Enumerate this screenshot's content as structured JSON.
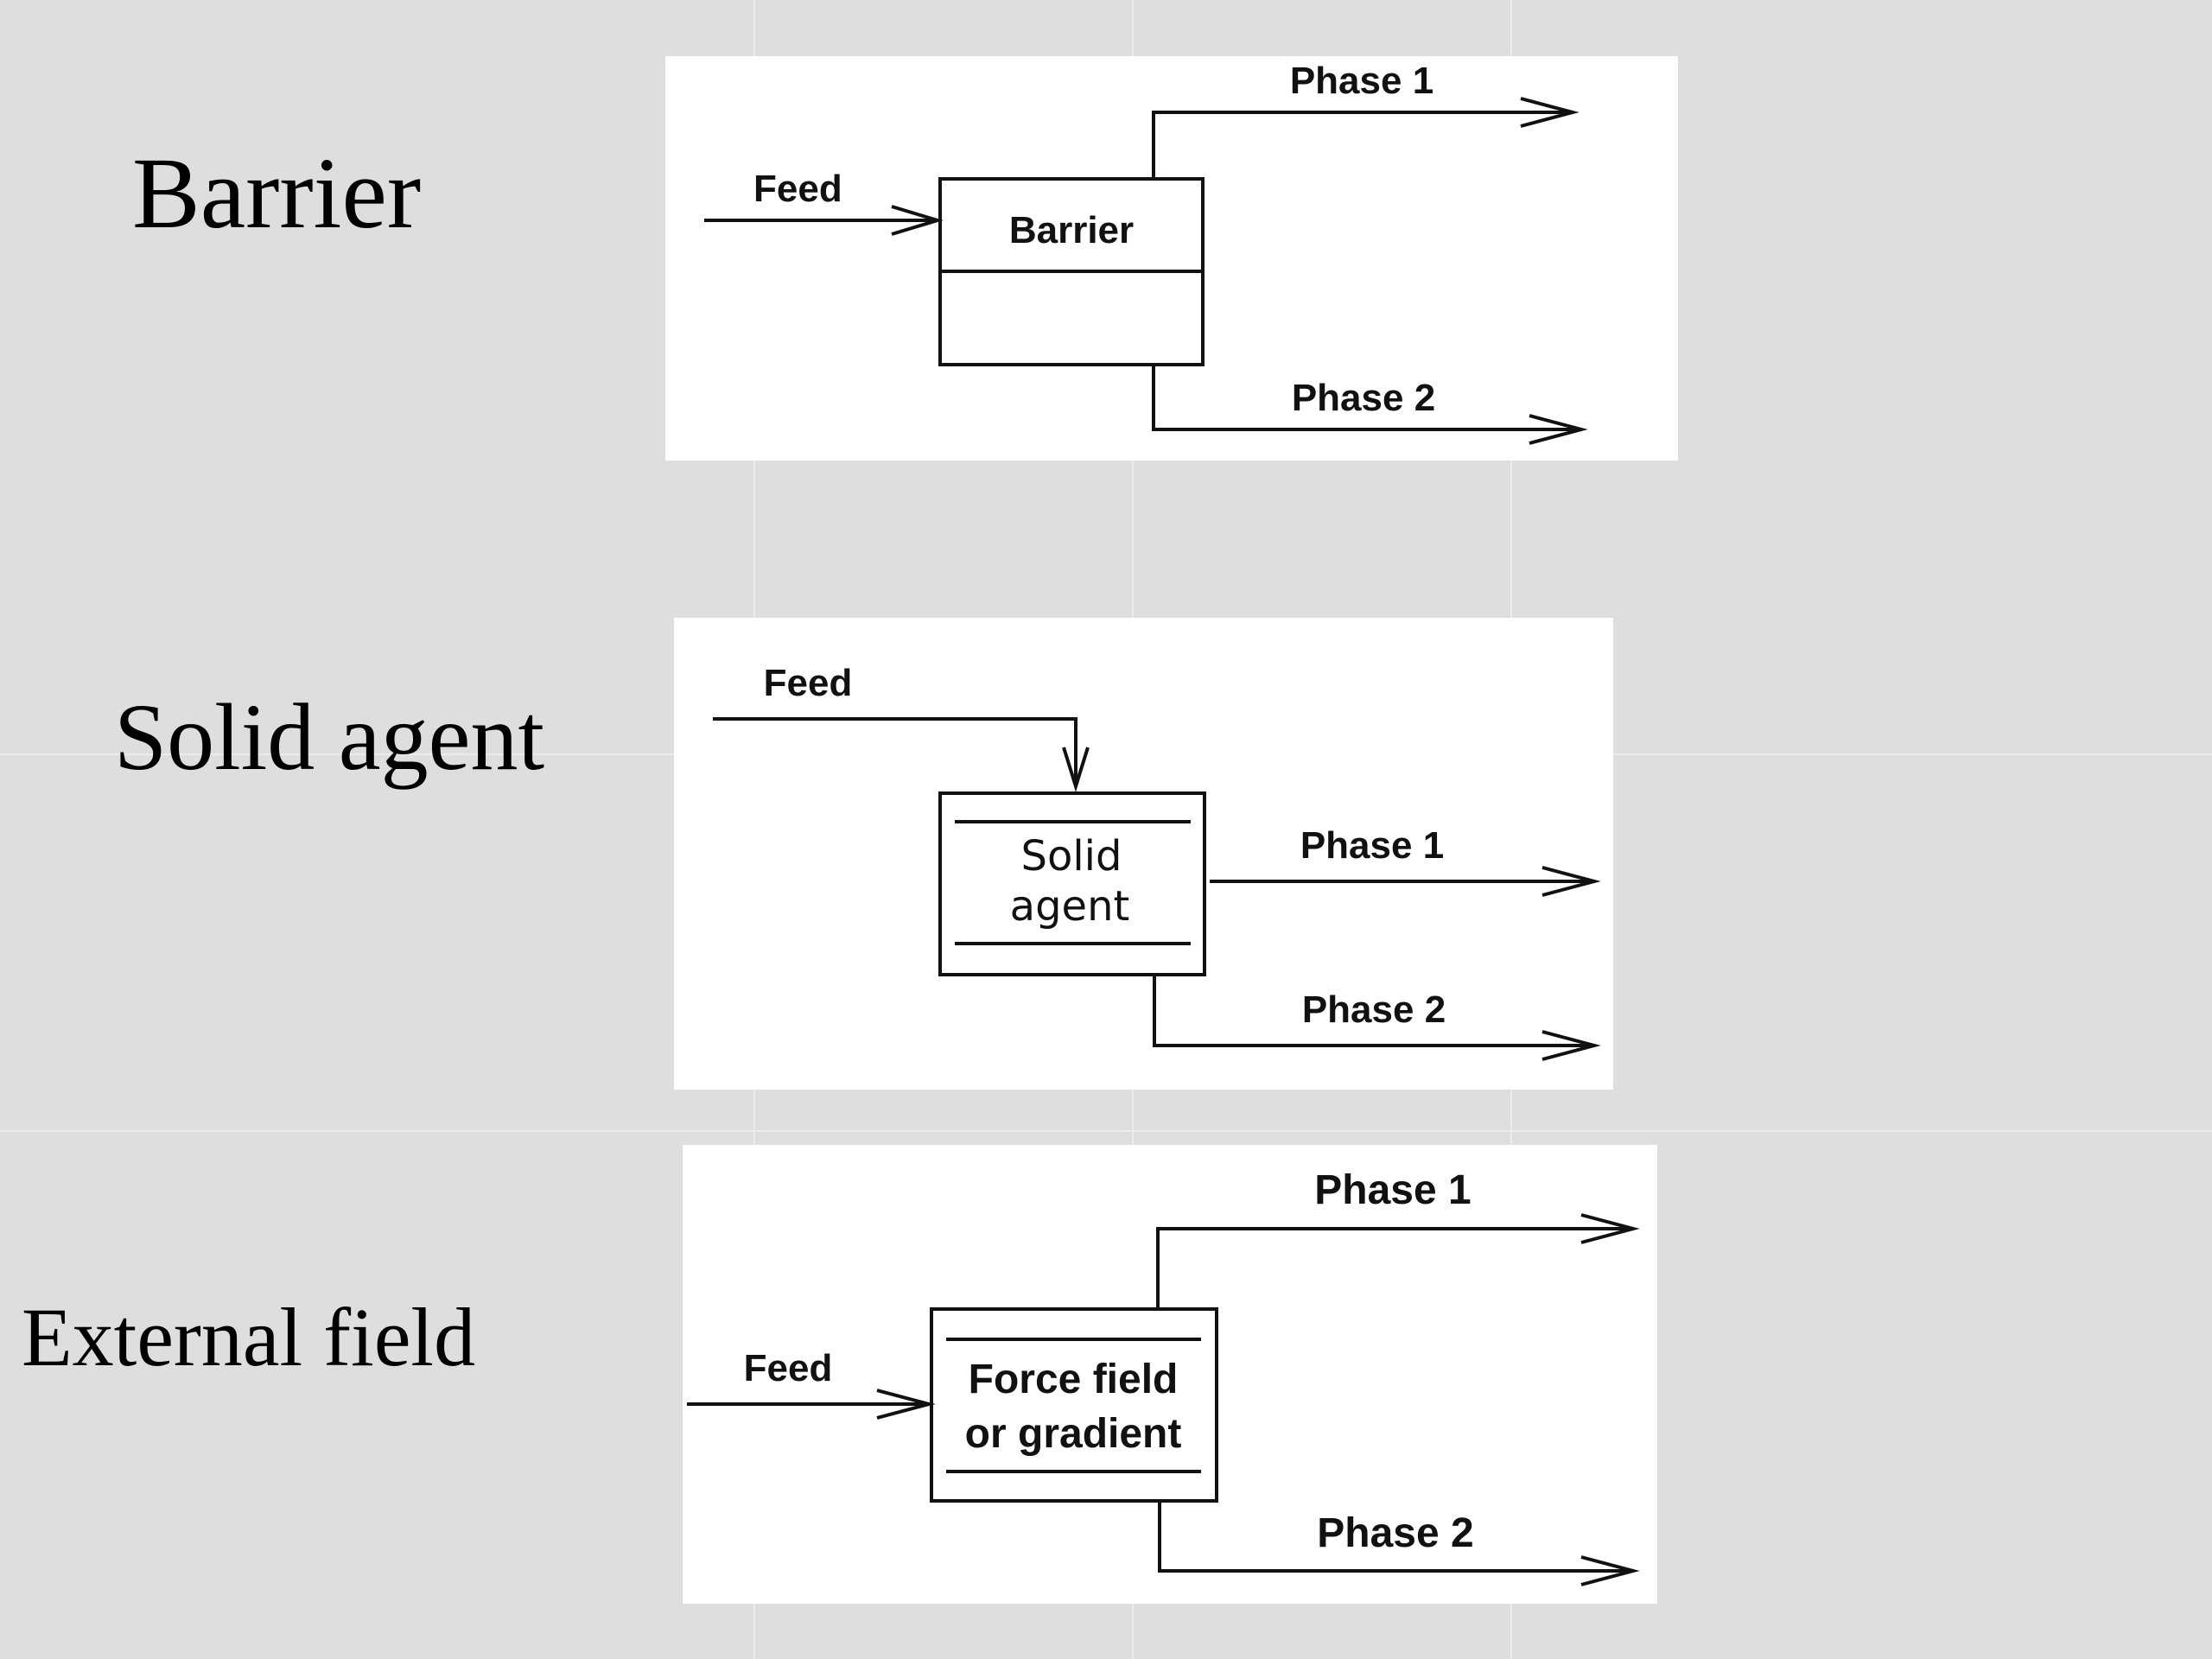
{
  "rows": [
    {
      "label": "Barrier",
      "diagram": {
        "feed": "Feed",
        "box_label": "Barrier",
        "phase1": "Phase 1",
        "phase2": "Phase 2"
      }
    },
    {
      "label": "Solid agent",
      "diagram": {
        "feed": "Feed",
        "box_label_line1": "Solid",
        "box_label_line2": "agent",
        "phase1": "Phase 1",
        "phase2": "Phase 2"
      }
    },
    {
      "label": "External field",
      "diagram": {
        "feed": "Feed",
        "box_label_line1": "Force field",
        "box_label_line2": "or gradient",
        "phase1": "Phase 1",
        "phase2": "Phase 2"
      }
    }
  ],
  "colors": {
    "background": "#dedede",
    "panel": "#ffffff",
    "ink": "#111111"
  }
}
